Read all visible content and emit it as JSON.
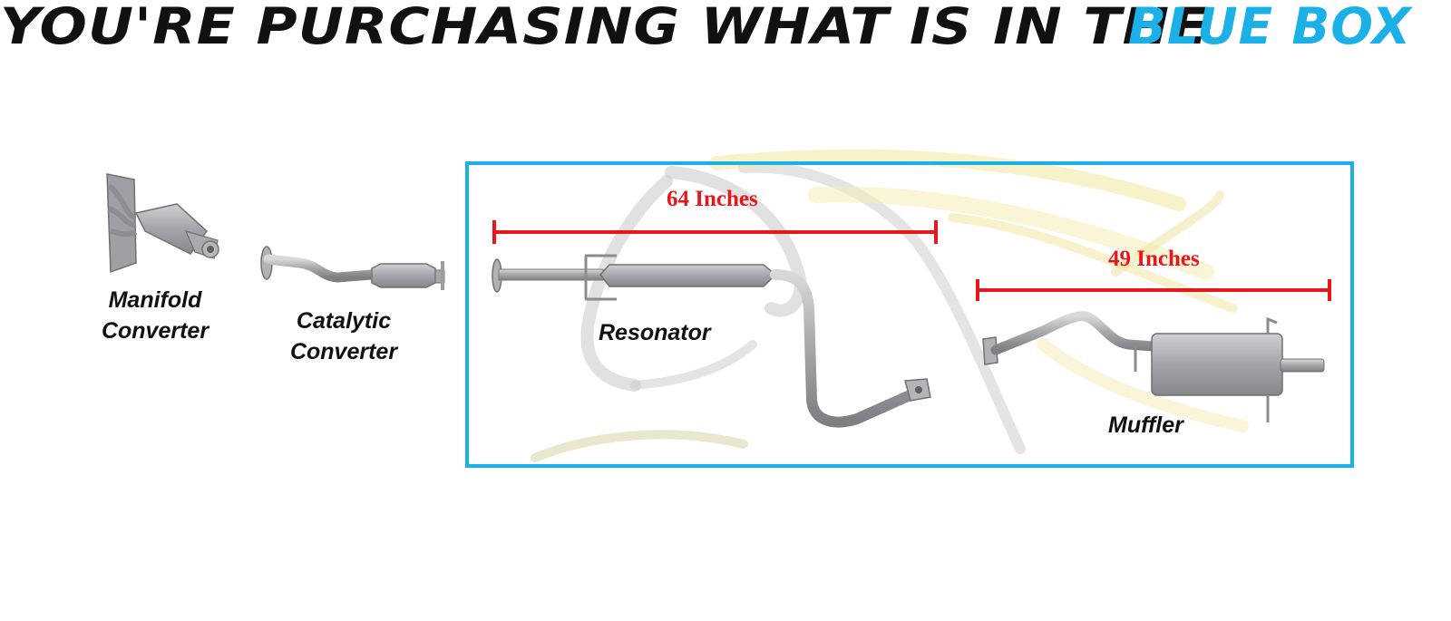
{
  "header": {
    "title_main": "YOU'RE PURCHASING WHAT IS IN THE",
    "title_highlight": "BLUE BOX"
  },
  "parts": {
    "manifold_line1": "Manifold",
    "manifold_line2": "Converter",
    "catalytic_line1": "Catalytic",
    "catalytic_line2": "Converter",
    "resonator": "Resonator",
    "muffler": "Muffler"
  },
  "dimensions": {
    "resonator_length": "64 Inches",
    "muffler_length": "49 Inches"
  },
  "colors": {
    "highlight_blue": "#1bb0e8",
    "dimension_red": "#e8151b",
    "pipe_gray": "#a4a6a8"
  },
  "icons": [
    "manifold-converter-icon",
    "catalytic-converter-icon",
    "resonator-pipe-icon",
    "muffler-icon",
    "horse-watermark-icon"
  ]
}
